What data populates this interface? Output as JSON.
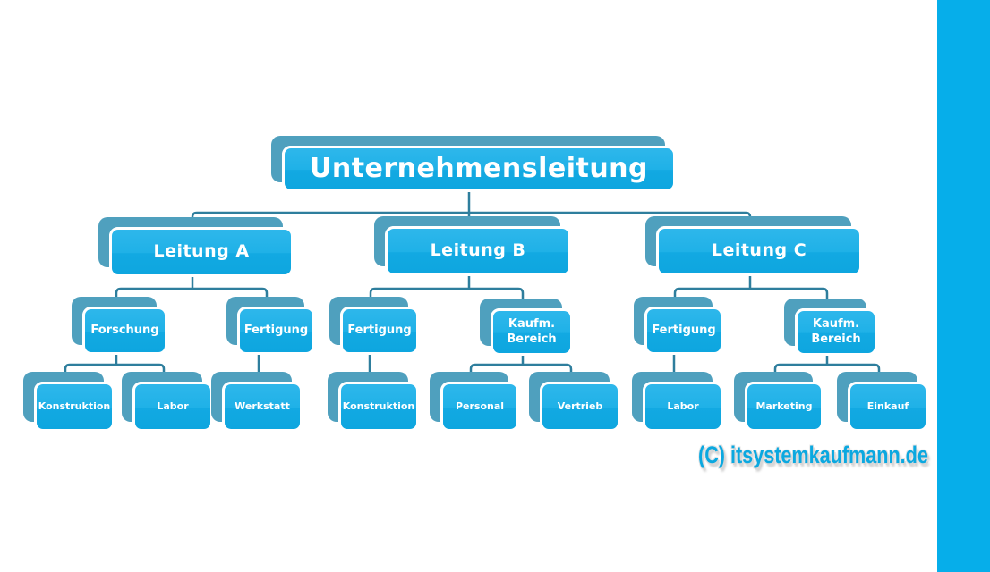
{
  "colors": {
    "box_fill_top": "#2EB7EB",
    "box_fill_bottom": "#0EA6DF",
    "box_shadow": "#4FA0BE",
    "box_border": "#FFFFFF",
    "connector": "#2E7E9D",
    "sidebar_bar": "#06AEEA",
    "watermark": "#0BA8E0",
    "text": "#FFFFFF"
  },
  "nodes": {
    "root": {
      "label": "Unternehmensleitung"
    },
    "leitung_a": {
      "label": "Leitung A"
    },
    "leitung_b": {
      "label": "Leitung B"
    },
    "leitung_c": {
      "label": "Leitung C"
    },
    "forschung_a": {
      "label": "Forschung"
    },
    "fertigung_a": {
      "label": "Fertigung"
    },
    "fertigung_b": {
      "label": "Fertigung"
    },
    "kaufm_b": {
      "label": "Kaufm. Bereich"
    },
    "fertigung_c": {
      "label": "Fertigung"
    },
    "kaufm_c": {
      "label": "Kaufm. Bereich"
    },
    "konstruktion_a": {
      "label": "Konstruktion"
    },
    "labor_a": {
      "label": "Labor"
    },
    "werkstatt": {
      "label": "Werkstatt"
    },
    "konstruktion_b": {
      "label": "Konstruktion"
    },
    "personal": {
      "label": "Personal"
    },
    "vertrieb": {
      "label": "Vertrieb"
    },
    "labor_c": {
      "label": "Labor"
    },
    "marketing": {
      "label": "Marketing"
    },
    "einkauf": {
      "label": "Einkauf"
    }
  },
  "watermark": {
    "text": "(C) itsystemkaufmann.de"
  }
}
